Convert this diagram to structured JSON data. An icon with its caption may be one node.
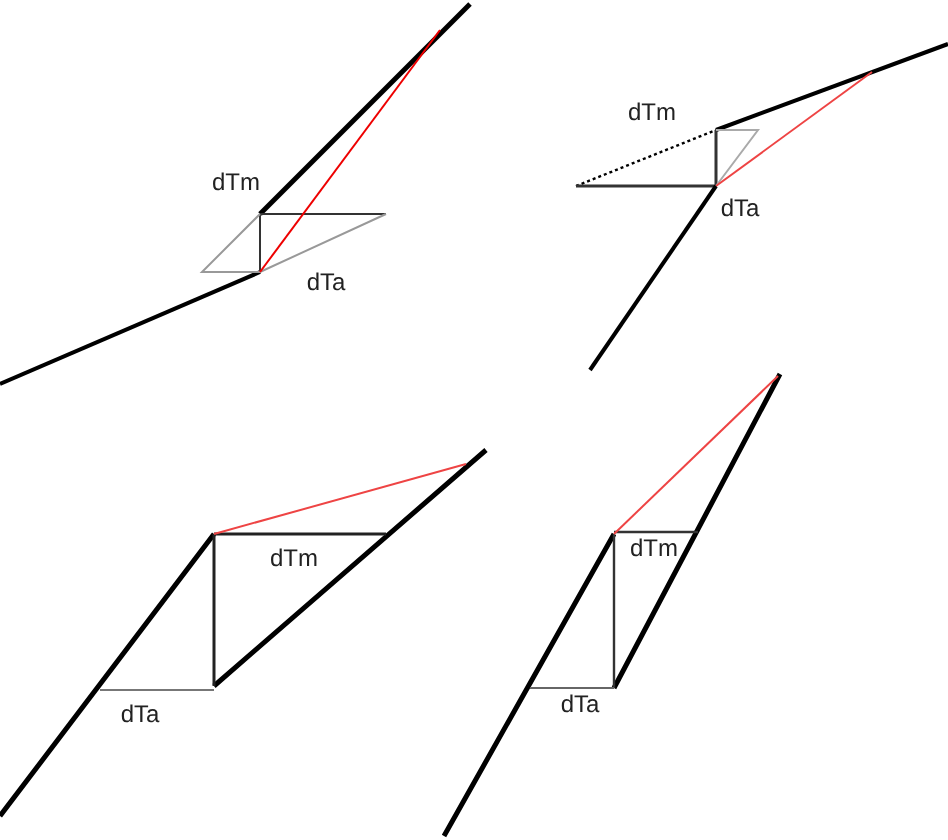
{
  "diagram": {
    "labels": [
      "dTm",
      "dTa",
      "dTm",
      "dTa",
      "dTm",
      "dTa",
      "dTm",
      "dTa"
    ]
  }
}
